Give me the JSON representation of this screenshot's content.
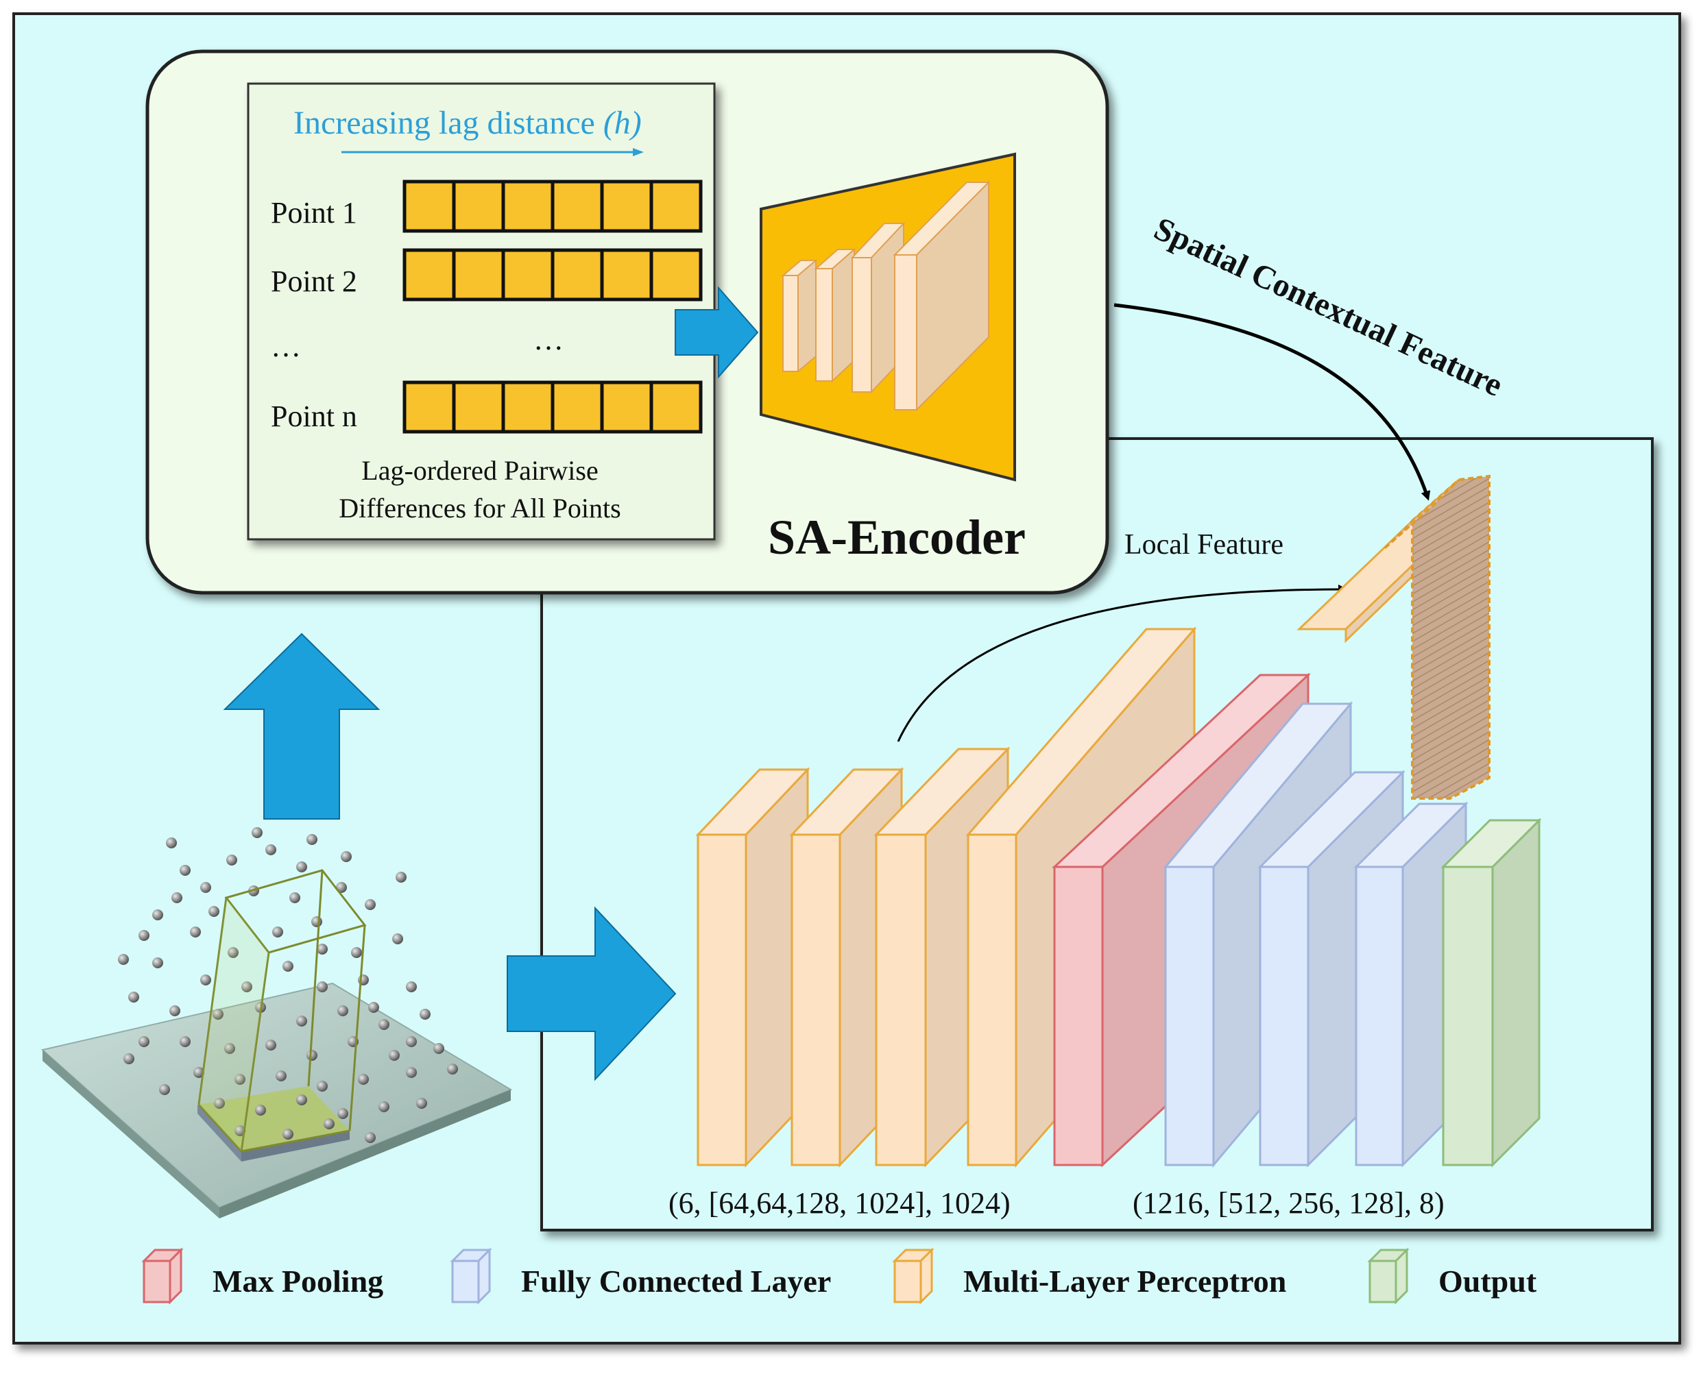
{
  "encoder": {
    "arrow_label": "Increasing lag distance ",
    "arrow_label_var": "(h)",
    "rows": [
      {
        "label": "Point 1",
        "cells": 6
      },
      {
        "label": "Point 2",
        "cells": 6
      },
      {
        "label": "Point n",
        "cells": 6
      }
    ],
    "ellipsis_left": "…",
    "ellipsis_mid": "…",
    "caption_line1": "Lag-ordered  Pairwise",
    "caption_line2": "Differences  for All Points",
    "title": "SA-Encoder"
  },
  "labels": {
    "spatial_feature": "Spatial Contextual Feature",
    "local_feature": "Local Feature",
    "mlp_dims": "(6, [64,64,128, 1024], 1024)",
    "fc_dims": "(1216, [512, 256, 128], 8)"
  },
  "legend": [
    {
      "name": "Max Pooling",
      "color": "#f4c7c7",
      "stroke": "#d9656b"
    },
    {
      "name": "Fully Connected Layer",
      "color": "#dce8fb",
      "stroke": "#9fb3dc"
    },
    {
      "name": "Multi-Layer Perceptron",
      "color": "#fde3c4",
      "stroke": "#e9a93b"
    },
    {
      "name": "Output",
      "color": "#d8ead0",
      "stroke": "#8dbd78"
    }
  ],
  "colors": {
    "background": "#d7fbfb",
    "encoder_panel": "#f1fbea",
    "cell_fill": "#f8c22d",
    "encoder_trapezoid": "#f9bd06",
    "blue_arrow": "#1ba0db",
    "lag_text": "#2c9fd8"
  }
}
